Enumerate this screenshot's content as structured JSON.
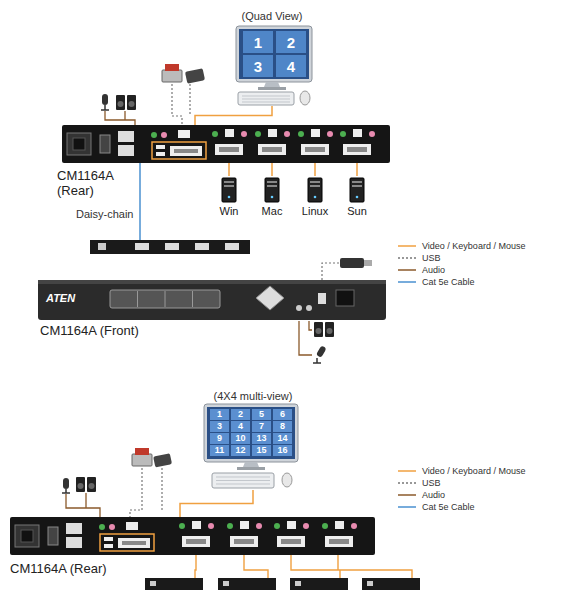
{
  "diagram": {
    "nodes": [
      {
        "text": [
          "(Quad View)"
        ]
      },
      {
        "text": [
          "1"
        ],
        "in": 0
      },
      {
        "text": [
          "2"
        ],
        "in": 0
      },
      {
        "text": [
          "3"
        ],
        "in": 0
      },
      {
        "text": [
          "4"
        ],
        "in": 0
      },
      {
        "text": [
          "CM1164A (Rear)"
        ]
      },
      {
        "text": [
          "Win"
        ]
      },
      {
        "text": [
          "Mac"
        ]
      },
      {
        "text": [
          "Linux"
        ]
      },
      {
        "text": [
          "Sun"
        ]
      },
      {
        "text": [
          "ATEN",
          "CM1164A (Front)"
        ]
      },
      {
        "text": [
          "(4X4 multi-view)"
        ]
      },
      {
        "text": [
          "1"
        ],
        "in": 11
      },
      {
        "text": [
          "2"
        ],
        "in": 11
      },
      {
        "text": [
          "3"
        ],
        "in": 11
      },
      {
        "text": [
          "4"
        ],
        "in": 11
      },
      {
        "text": [
          "5"
        ],
        "in": 11
      },
      {
        "text": [
          "6"
        ],
        "in": 11
      },
      {
        "text": [
          "7"
        ],
        "in": 11
      },
      {
        "text": [
          "8"
        ],
        "in": 11
      },
      {
        "text": [
          "9"
        ],
        "in": 11
      },
      {
        "text": [
          "10"
        ],
        "in": 11
      },
      {
        "text": [
          "11"
        ],
        "in": 11
      },
      {
        "text": [
          "12"
        ],
        "in": 11
      },
      {
        "text": [
          "13"
        ],
        "in": 11
      },
      {
        "text": [
          "14"
        ],
        "in": 11
      },
      {
        "text": [
          "15"
        ],
        "in": 11
      },
      {
        "text": [
          "16"
        ],
        "in": 11
      },
      {
        "text": [
          "CM1164A (Rear)"
        ]
      }
    ],
    "edges": [
      {
        "from": 5,
        "to": 0,
        "arrow": "none"
      },
      {
        "from": 5,
        "to": 6,
        "arrow": "none"
      },
      {
        "from": 5,
        "to": 7,
        "arrow": "none"
      },
      {
        "from": 5,
        "to": 8,
        "arrow": "none"
      },
      {
        "from": 5,
        "to": 9,
        "arrow": "none"
      },
      {
        "from": 28,
        "to": 11,
        "arrow": "none"
      }
    ],
    "labels": [
      "Daisy-chain"
    ],
    "legend": [
      {
        "text": "Video / Keyboard / Mouse"
      },
      {
        "text": "USB"
      },
      {
        "text": "Audio"
      },
      {
        "text": "Cat 5e Cable"
      },
      {
        "text": "Video / Keyboard / Mouse"
      },
      {
        "text": "USB"
      },
      {
        "text": "Audio"
      },
      {
        "text": "Cat 5e Cable"
      }
    ]
  }
}
